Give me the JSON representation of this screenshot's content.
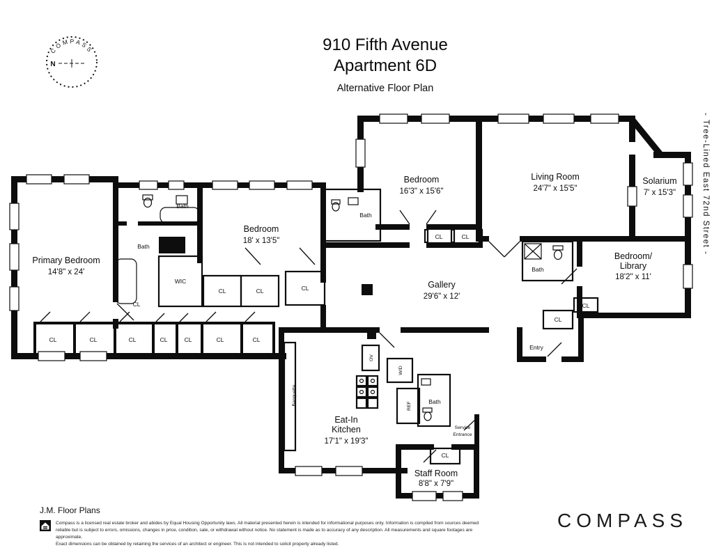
{
  "header": {
    "title1": "910 Fifth Avenue",
    "title2": "Apartment 6D",
    "subtitle": "Alternative Floor Plan"
  },
  "rose": {
    "brand": "COMPASS",
    "north": "N"
  },
  "side_label": "- Tree-Lined East 72nd Street -",
  "rooms": {
    "primary": {
      "name": "Primary Bedroom",
      "dims": "14'8\" x 24'"
    },
    "bedroom18": {
      "name": "Bedroom",
      "dims": "18' x 13'5\""
    },
    "bedroom16": {
      "name": "Bedroom",
      "dims": "16'3\" x 15'6\""
    },
    "living": {
      "name": "Living Room",
      "dims": "24'7\" x 15'5\""
    },
    "solarium": {
      "name": "Solarium",
      "dims": "7' x 15'3\""
    },
    "bedlib": {
      "name1": "Bedroom/",
      "name2": "Library",
      "dims": "18'2\" x 11'"
    },
    "gallery": {
      "name": "Gallery",
      "dims": "29'6\" x 12'"
    },
    "kitchen": {
      "name1": "Eat-In",
      "name2": "Kitchen",
      "dims": "17'1\" x 19'3\""
    },
    "staff": {
      "name": "Staff Room",
      "dims": "8'8\" x 7'9\""
    }
  },
  "labels": {
    "cl": "CL",
    "bath": "Bath",
    "wic": "WIC",
    "entry": "Entry",
    "ov": "OV",
    "wd": "W/D",
    "ref": "REF",
    "banquette": "Banquette",
    "service1": "Service",
    "service2": "Entrance"
  },
  "footer": {
    "credit": "J.M. Floor Plans",
    "disclaimer": [
      "Compass is a licensed real estate broker and abides by Equal Housing Opportunity laws. All material presented herein is intended for informational purposes only. Information is compiled from sources deemed",
      "reliable but is subject to errors, omissions, changes in price, condition, sale, or withdrawal without notice. No statement is made as to accuracy of any description. All measurements and square footages are approximate.",
      "Exact dimensions can be obtained by retaining the services of an architect or engineer. This is not intended to solicit property already listed."
    ],
    "brand": "COMPASS"
  }
}
